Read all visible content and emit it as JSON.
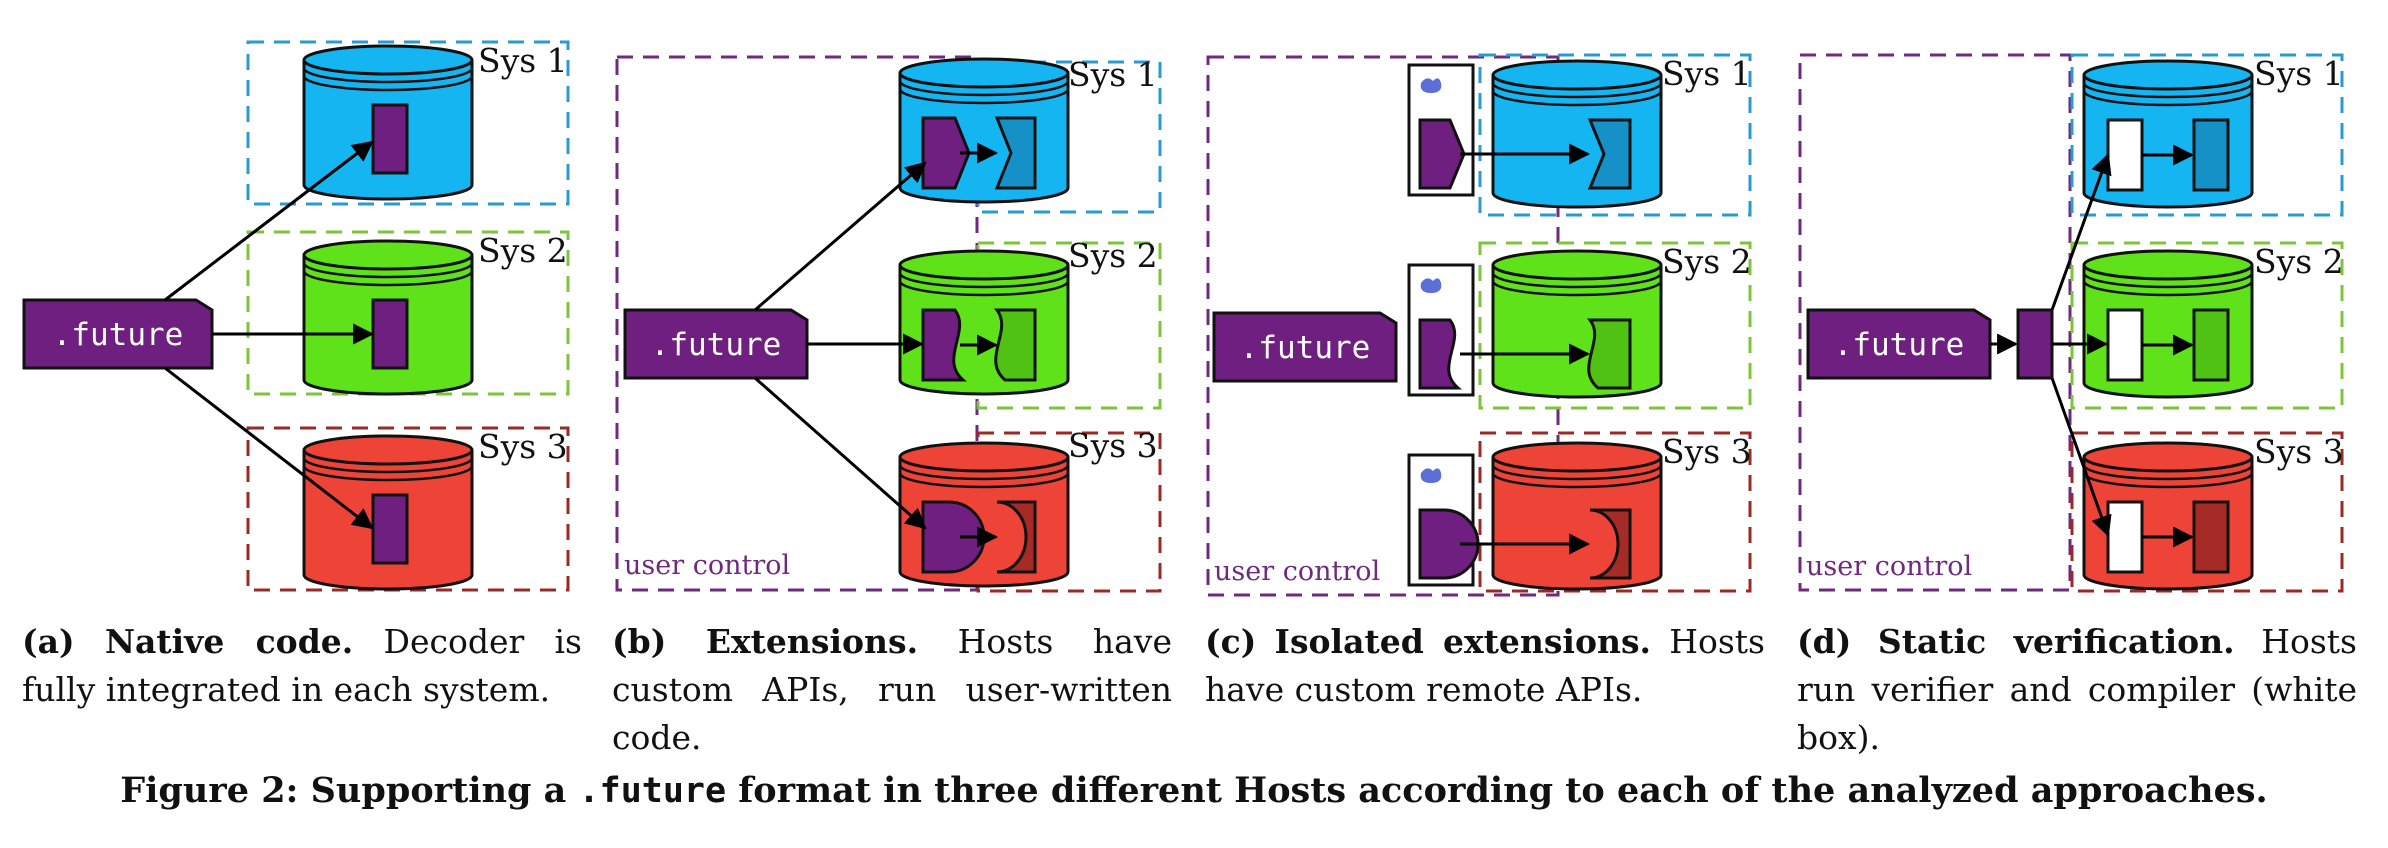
{
  "colors": {
    "purple": "#6f1f7f",
    "sys1_fill": "#15b5f2",
    "sys1_stroke": "#2a9bd0",
    "sys1_inner": "#1591c8",
    "sys2_fill": "#60e21a",
    "sys2_stroke": "#7cc43a",
    "sys2_inner": "#4fc214",
    "sys3_fill": "#ee4437",
    "sys3_stroke": "#9a2a25",
    "sys3_inner": "#a62a25",
    "user_control": "#6f2a80"
  },
  "labels": {
    "future": ".future",
    "sys1": "Sys 1",
    "sys2": "Sys 2",
    "sys3": "Sys 3",
    "user_control": "user control"
  },
  "panels": [
    {
      "id": "a",
      "tag": "(a)",
      "title": "Native code.",
      "text": "Decoder is fully integrated in each system."
    },
    {
      "id": "b",
      "tag": "(b)",
      "title": "Extensions.",
      "text": "Hosts have custom APIs, run user-written code."
    },
    {
      "id": "c",
      "tag": "(c)",
      "title": "Isolated extensions.",
      "text": "Hosts have custom remote APIs."
    },
    {
      "id": "d",
      "tag": "(d)",
      "title": "Static verification.",
      "text": "Hosts run verifier and compiler (white box)."
    }
  ],
  "caption": {
    "prefix": "Figure 2: Supporting a",
    "code": ".future",
    "suffix": "format in three different Hosts according to each of the analyzed approaches."
  }
}
